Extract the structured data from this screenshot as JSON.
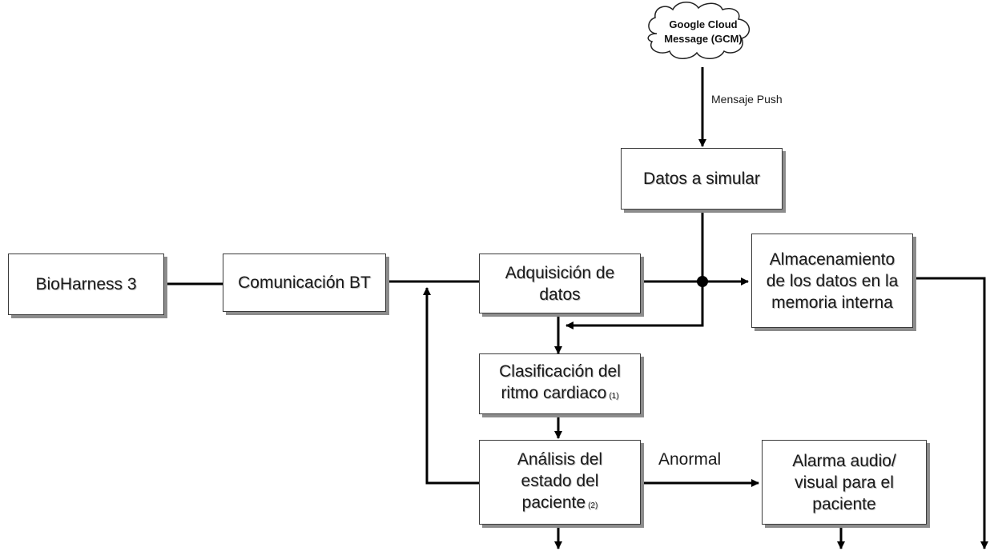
{
  "cloud": {
    "line1": "Google Cloud",
    "line2": "Message (GCM)"
  },
  "labels": {
    "push": "Mensaje Push",
    "abnormal": "Anormal"
  },
  "boxes": {
    "bioharness": {
      "line1": "BioHarness 3"
    },
    "comm_bt": {
      "line1": "Comunicación BT"
    },
    "acquisition": {
      "line1": "Adquisición de",
      "line2": "datos"
    },
    "simulate": {
      "line1": "Datos a simular"
    },
    "storage": {
      "line1": "Almacenamiento",
      "line2": "de los datos en la",
      "line3": "memoria interna"
    },
    "classification": {
      "line1": "Clasificación del",
      "line2": "ritmo cardiaco",
      "note": "(1)"
    },
    "analysis": {
      "line1": "Análisis del",
      "line2": "estado del",
      "line3": "paciente",
      "note": "(2)"
    },
    "alarm": {
      "line1": "Alarma audio/",
      "line2": "visual para el",
      "line3": "paciente"
    }
  }
}
